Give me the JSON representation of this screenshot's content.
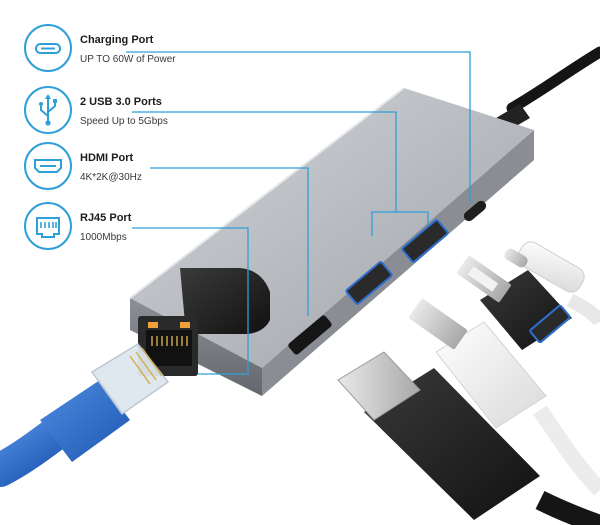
{
  "features": [
    {
      "key": "charging",
      "title": "Charging Port",
      "subtitle": "UP TO 60W of Power",
      "icon": "usb-c-port-icon"
    },
    {
      "key": "usb",
      "title": "2 USB 3.0 Ports",
      "subtitle": "Speed Up to 5Gbps",
      "icon": "usb-symbol-icon"
    },
    {
      "key": "hdmi",
      "title": "HDMI Port",
      "subtitle": "4K*2K@30Hz",
      "icon": "hdmi-port-icon"
    },
    {
      "key": "rj45",
      "title": "RJ45 Port",
      "subtitle": "1000Mbps",
      "icon": "ethernet-port-icon"
    }
  ],
  "colors": {
    "accent": "#2f9fd8",
    "hub_body": "#a9adb3",
    "hub_dark": "#6d7177",
    "cable_blue": "#2f6fcf",
    "connector_black": "#1e1e1e"
  }
}
